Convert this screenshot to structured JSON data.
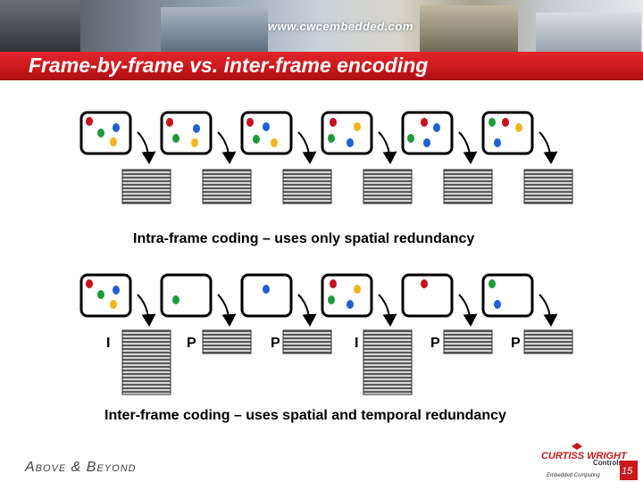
{
  "header": {
    "url": "www.cwcembedded.com",
    "title": "Frame-by-frame vs. inter-frame encoding"
  },
  "intra": {
    "caption": "Intra-frame coding – uses only spatial redundancy"
  },
  "inter": {
    "caption": "Inter-frame coding – uses spatial and temporal redundancy",
    "frame_types": [
      "I",
      "P",
      "P",
      "I",
      "P",
      "P"
    ]
  },
  "footer": {
    "tagline": "Above & Beyond",
    "logo_text": "CURTISS WRIGHT",
    "logo_right": "Controls",
    "logo_sub": "Embedded Computing",
    "page_number": "15"
  },
  "colors": {
    "accent_red": "#c8181c",
    "dot_red": "#c8101e",
    "dot_green": "#1f9a3a",
    "dot_blue": "#1f5fd6",
    "dot_yellow": "#f2b51c"
  }
}
